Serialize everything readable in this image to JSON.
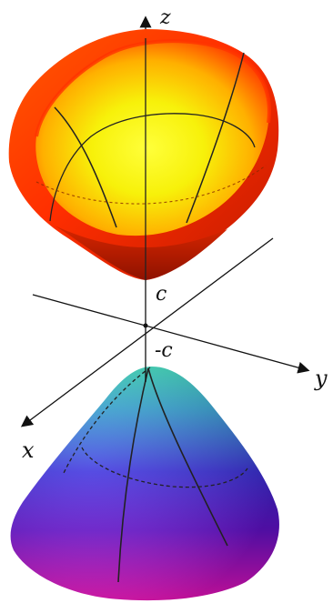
{
  "labels": {
    "z_axis": "z",
    "y_axis": "y",
    "x_axis": "x",
    "upper_vertex": "c",
    "lower_vertex": "-c"
  },
  "colors": {
    "upper_rim": "#ff3a00",
    "upper_inner": "#ffff20",
    "upper_outer_edge": "#ff2a00",
    "upper_shadow": "#a61400",
    "lower_top": "#3fe6c6",
    "lower_mid": "#4a2ad8",
    "lower_bottom": "#ff14c8",
    "axis": "#111111"
  }
}
